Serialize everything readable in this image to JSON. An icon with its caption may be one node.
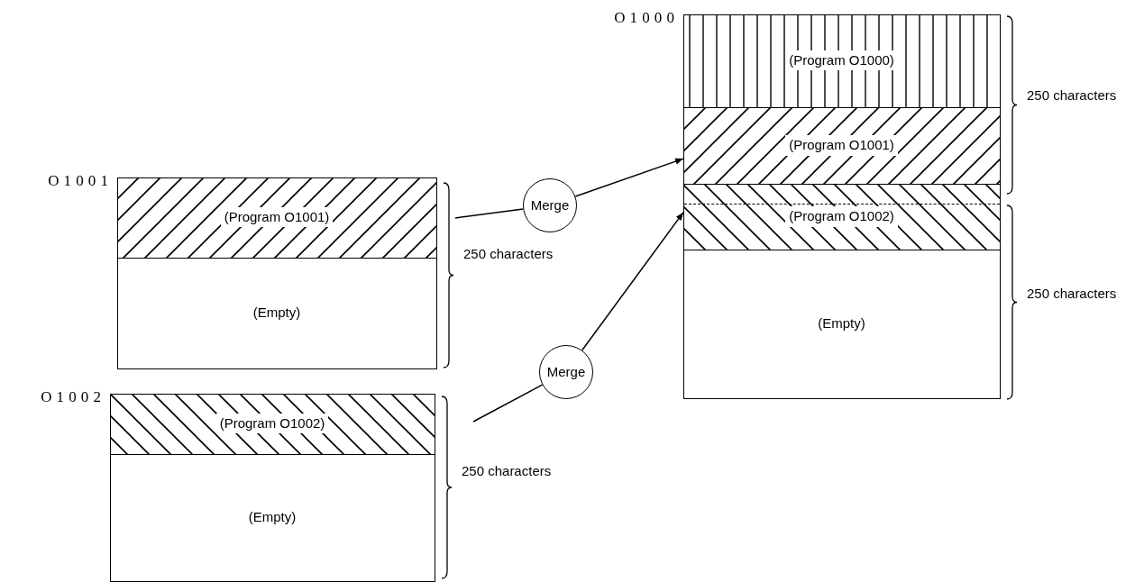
{
  "diagram": {
    "nodes": [
      {
        "text": [
          "O1001"
        ],
        "beside": [
          "250 characters"
        ]
      },
      {
        "text": [
          "(Program O1001)"
        ],
        "in": 0
      },
      {
        "text": [
          "(Empty)"
        ],
        "in": 0
      },
      {
        "text": [
          "O1002"
        ],
        "beside": [
          "250 characters"
        ]
      },
      {
        "text": [
          "(Program O1002)"
        ],
        "in": 3
      },
      {
        "text": [
          "(Empty)"
        ],
        "in": 3
      },
      {
        "text": [
          "Merge"
        ]
      },
      {
        "text": [
          "Merge"
        ]
      },
      {
        "text": [
          "O1000"
        ],
        "beside": [
          "250 characters",
          "250 characters"
        ]
      },
      {
        "text": [
          "(Program O1000)"
        ],
        "in": 8
      },
      {
        "text": [
          "(Program O1001)"
        ],
        "in": 8
      },
      {
        "text": [
          "(Program O1002)"
        ],
        "in": 8
      },
      {
        "text": [
          "(Empty)"
        ],
        "in": 8
      }
    ],
    "edges": [
      {
        "from": null,
        "to": 6,
        "arrow": "none"
      },
      {
        "from": 6,
        "to": 10,
        "arrow": "to"
      },
      {
        "from": null,
        "to": 7,
        "arrow": "none"
      },
      {
        "from": 7,
        "to": 11,
        "arrow": "to"
      }
    ]
  }
}
